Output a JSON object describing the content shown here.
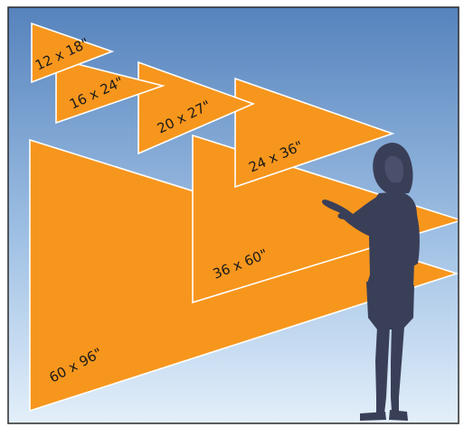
{
  "pennants": [
    {
      "size": "12 x 18\""
    },
    {
      "size": "16 x 24\""
    },
    {
      "size": "20 x 27\""
    },
    {
      "size": "24 x 36\""
    },
    {
      "size": "36 x 60\""
    },
    {
      "size": "60 x 96\""
    }
  ],
  "colors": {
    "sky_top": "#5683bd",
    "sky_bottom": "#e3effa",
    "pennant_fill": "#f7961d",
    "pennant_outline": "#ffffff",
    "silhouette": "#3a3f58",
    "label_text": "#1a1a1a"
  },
  "silhouette": {
    "icon": "presenting-woman-silhouette"
  }
}
